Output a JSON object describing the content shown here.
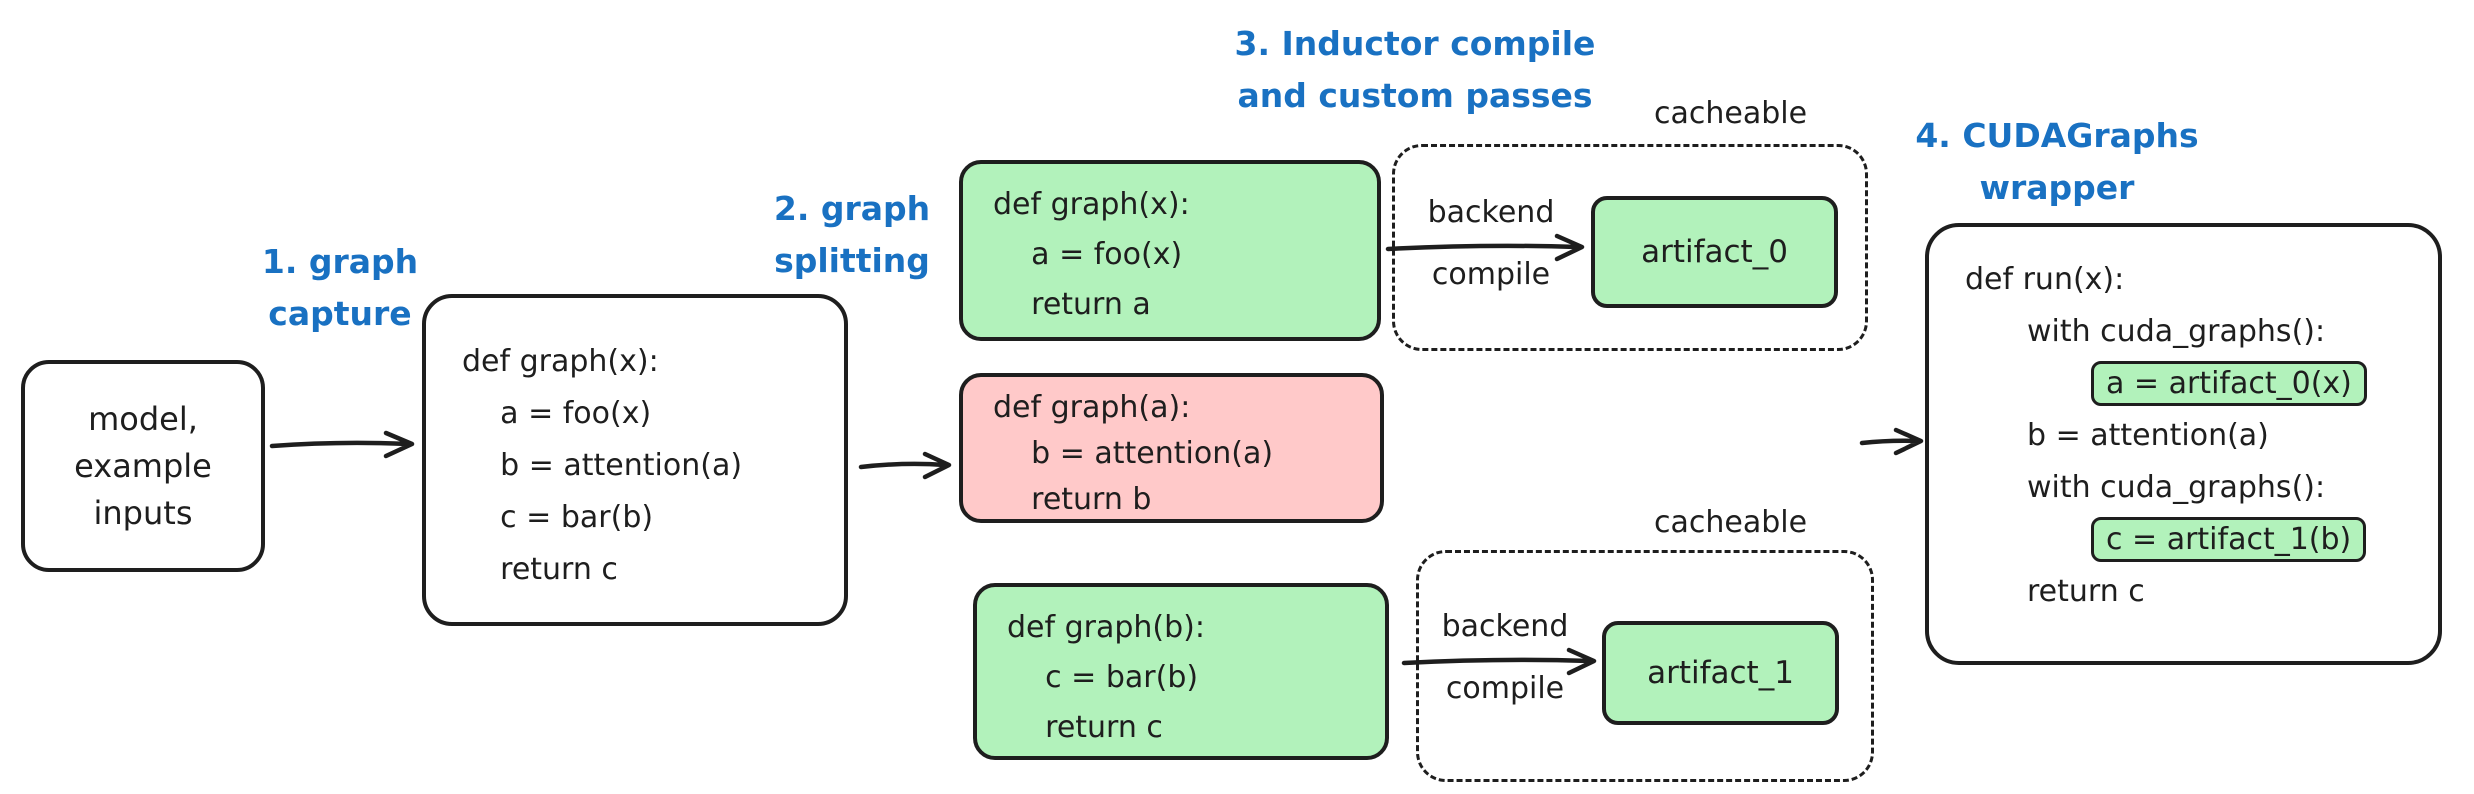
{
  "colors": {
    "stroke": "#1e1e1e",
    "step_label_blue": "#1971c2",
    "green_fill": "#b2f2bb",
    "pink_fill": "#ffc9c9",
    "background": "#ffffff"
  },
  "step_labels": {
    "step1": "1. graph\ncapture",
    "step2": "2. graph\nsplitting",
    "step3": "3. Inductor compile\nand custom passes",
    "step4": "4. CUDAGraphs\nwrapper"
  },
  "model_box": {
    "text": "model,\nexample\ninputs"
  },
  "captured_graph_box": {
    "code": "def graph(x):\n    a = foo(x)\n    b = attention(a)\n    c = bar(b)\n    return c"
  },
  "split_graphs": [
    {
      "code": "def graph(x):\n    a = foo(x)\n    return a",
      "fill": "green"
    },
    {
      "code": "def graph(a):\n    b = attention(a)\n    return b",
      "fill": "pink"
    },
    {
      "code": "def graph(b):\n    c = bar(b)\n    return c",
      "fill": "green"
    }
  ],
  "inductor_top": {
    "cacheable_label": "cacheable",
    "arrow_label": "backend\ncompile",
    "artifact_label": "artifact_0"
  },
  "inductor_bottom": {
    "cacheable_label": "cacheable",
    "arrow_label": "backend\ncompile",
    "artifact_label": "artifact_1"
  },
  "cudagraphs_box": {
    "lines": [
      {
        "text": "def run(x):",
        "highlight": false
      },
      {
        "text": "with cuda_graphs():",
        "highlight": false
      },
      {
        "text": "a = artifact_0(x)",
        "highlight": true
      },
      {
        "text": "b = attention(a)",
        "highlight": false
      },
      {
        "text": "with cuda_graphs():",
        "highlight": false
      },
      {
        "text": "c = artifact_1(b)",
        "highlight": true
      },
      {
        "text": "return c",
        "highlight": false
      }
    ]
  }
}
